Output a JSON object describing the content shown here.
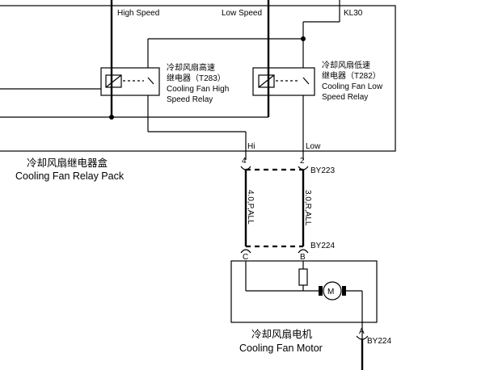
{
  "relay_pack": {
    "title_cn": "冷却风扇继电器盒",
    "title_en": "Cooling Fan Relay Pack",
    "top_labels": {
      "high": "High Speed",
      "low": "Low Speed",
      "kl30": "KL30"
    },
    "bottom_labels": {
      "hi": "Hi",
      "low": "Low"
    }
  },
  "relay_high": {
    "name_cn": "冷却风扇高速",
    "name_cn_2": "继电器（T283）",
    "name_en_1": "Cooling Fan High",
    "name_en_2": "Speed Relay"
  },
  "relay_low": {
    "name_cn": "冷却风扇低速",
    "name_cn_2": "继电器（T282）",
    "name_en_1": "Cooling Fan Low",
    "name_en_2": "Speed Relay"
  },
  "connectors": {
    "by223": {
      "name": "BY223",
      "pin_left": "4",
      "pin_right": "2"
    },
    "by224_top": {
      "name": "BY224",
      "pin_left": "C",
      "pin_right": "B"
    },
    "by224_bottom": {
      "name": "BY224",
      "pin": "A"
    }
  },
  "wires": {
    "left": "4.0,P,ALL",
    "right": "3.0,R,ALL"
  },
  "motor": {
    "symbol": "M",
    "name_cn": "冷却风扇电机",
    "name_en": "Cooling Fan Motor"
  }
}
